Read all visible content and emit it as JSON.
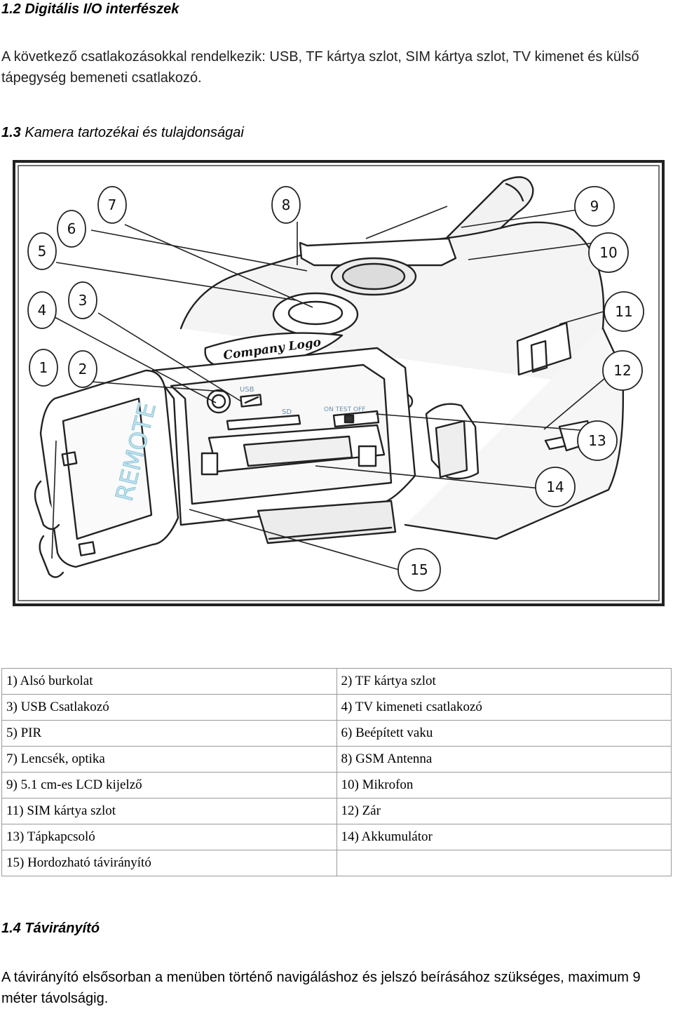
{
  "section_1_2": {
    "heading": "1.2 Digitális I/O interfészek",
    "paragraph": "A következő csatlakozásokkal rendelkezik: USB, TF kártya szlot, SIM kártya szlot, TV kimenet és külső tápegység bemeneti csatlakozó."
  },
  "section_1_3": {
    "heading_num": "1.3",
    "heading_text": "Kamera tartozékai és tulajdonságai"
  },
  "figure": {
    "callouts": [
      "1",
      "2",
      "3",
      "4",
      "5",
      "6",
      "7",
      "8",
      "9",
      "10",
      "11",
      "12",
      "13",
      "14",
      "15"
    ],
    "labels": {
      "usb": "USB",
      "sd": "SD",
      "on_test_off": "ON TEST OFF",
      "remote": "REMOTE",
      "logo": "Company Logo"
    }
  },
  "parts_table": [
    [
      "1) Alsó burkolat",
      "2) TF kártya szlot"
    ],
    [
      "3) USB Csatlakozó",
      "4) TV kimeneti csatlakozó"
    ],
    [
      "5) PIR",
      "6) Beépített vaku"
    ],
    [
      "7) Lencsék, optika",
      "8) GSM Antenna"
    ],
    [
      "9) 5.1 cm-es LCD kijelző",
      "10) Mikrofon"
    ],
    [
      "11) SIM kártya szlot",
      "12) Zár"
    ],
    [
      "13) Tápkapcsoló",
      "14) Akkumulátor"
    ],
    [
      "15) Hordozható távirányító",
      ""
    ]
  ],
  "section_1_4": {
    "heading": "1.4 Távirányító",
    "paragraph": "A távirányító elsősorban a menüben történő navigáláshoz és jelszó beírásához szükséges, maximum 9 méter távolságig."
  }
}
